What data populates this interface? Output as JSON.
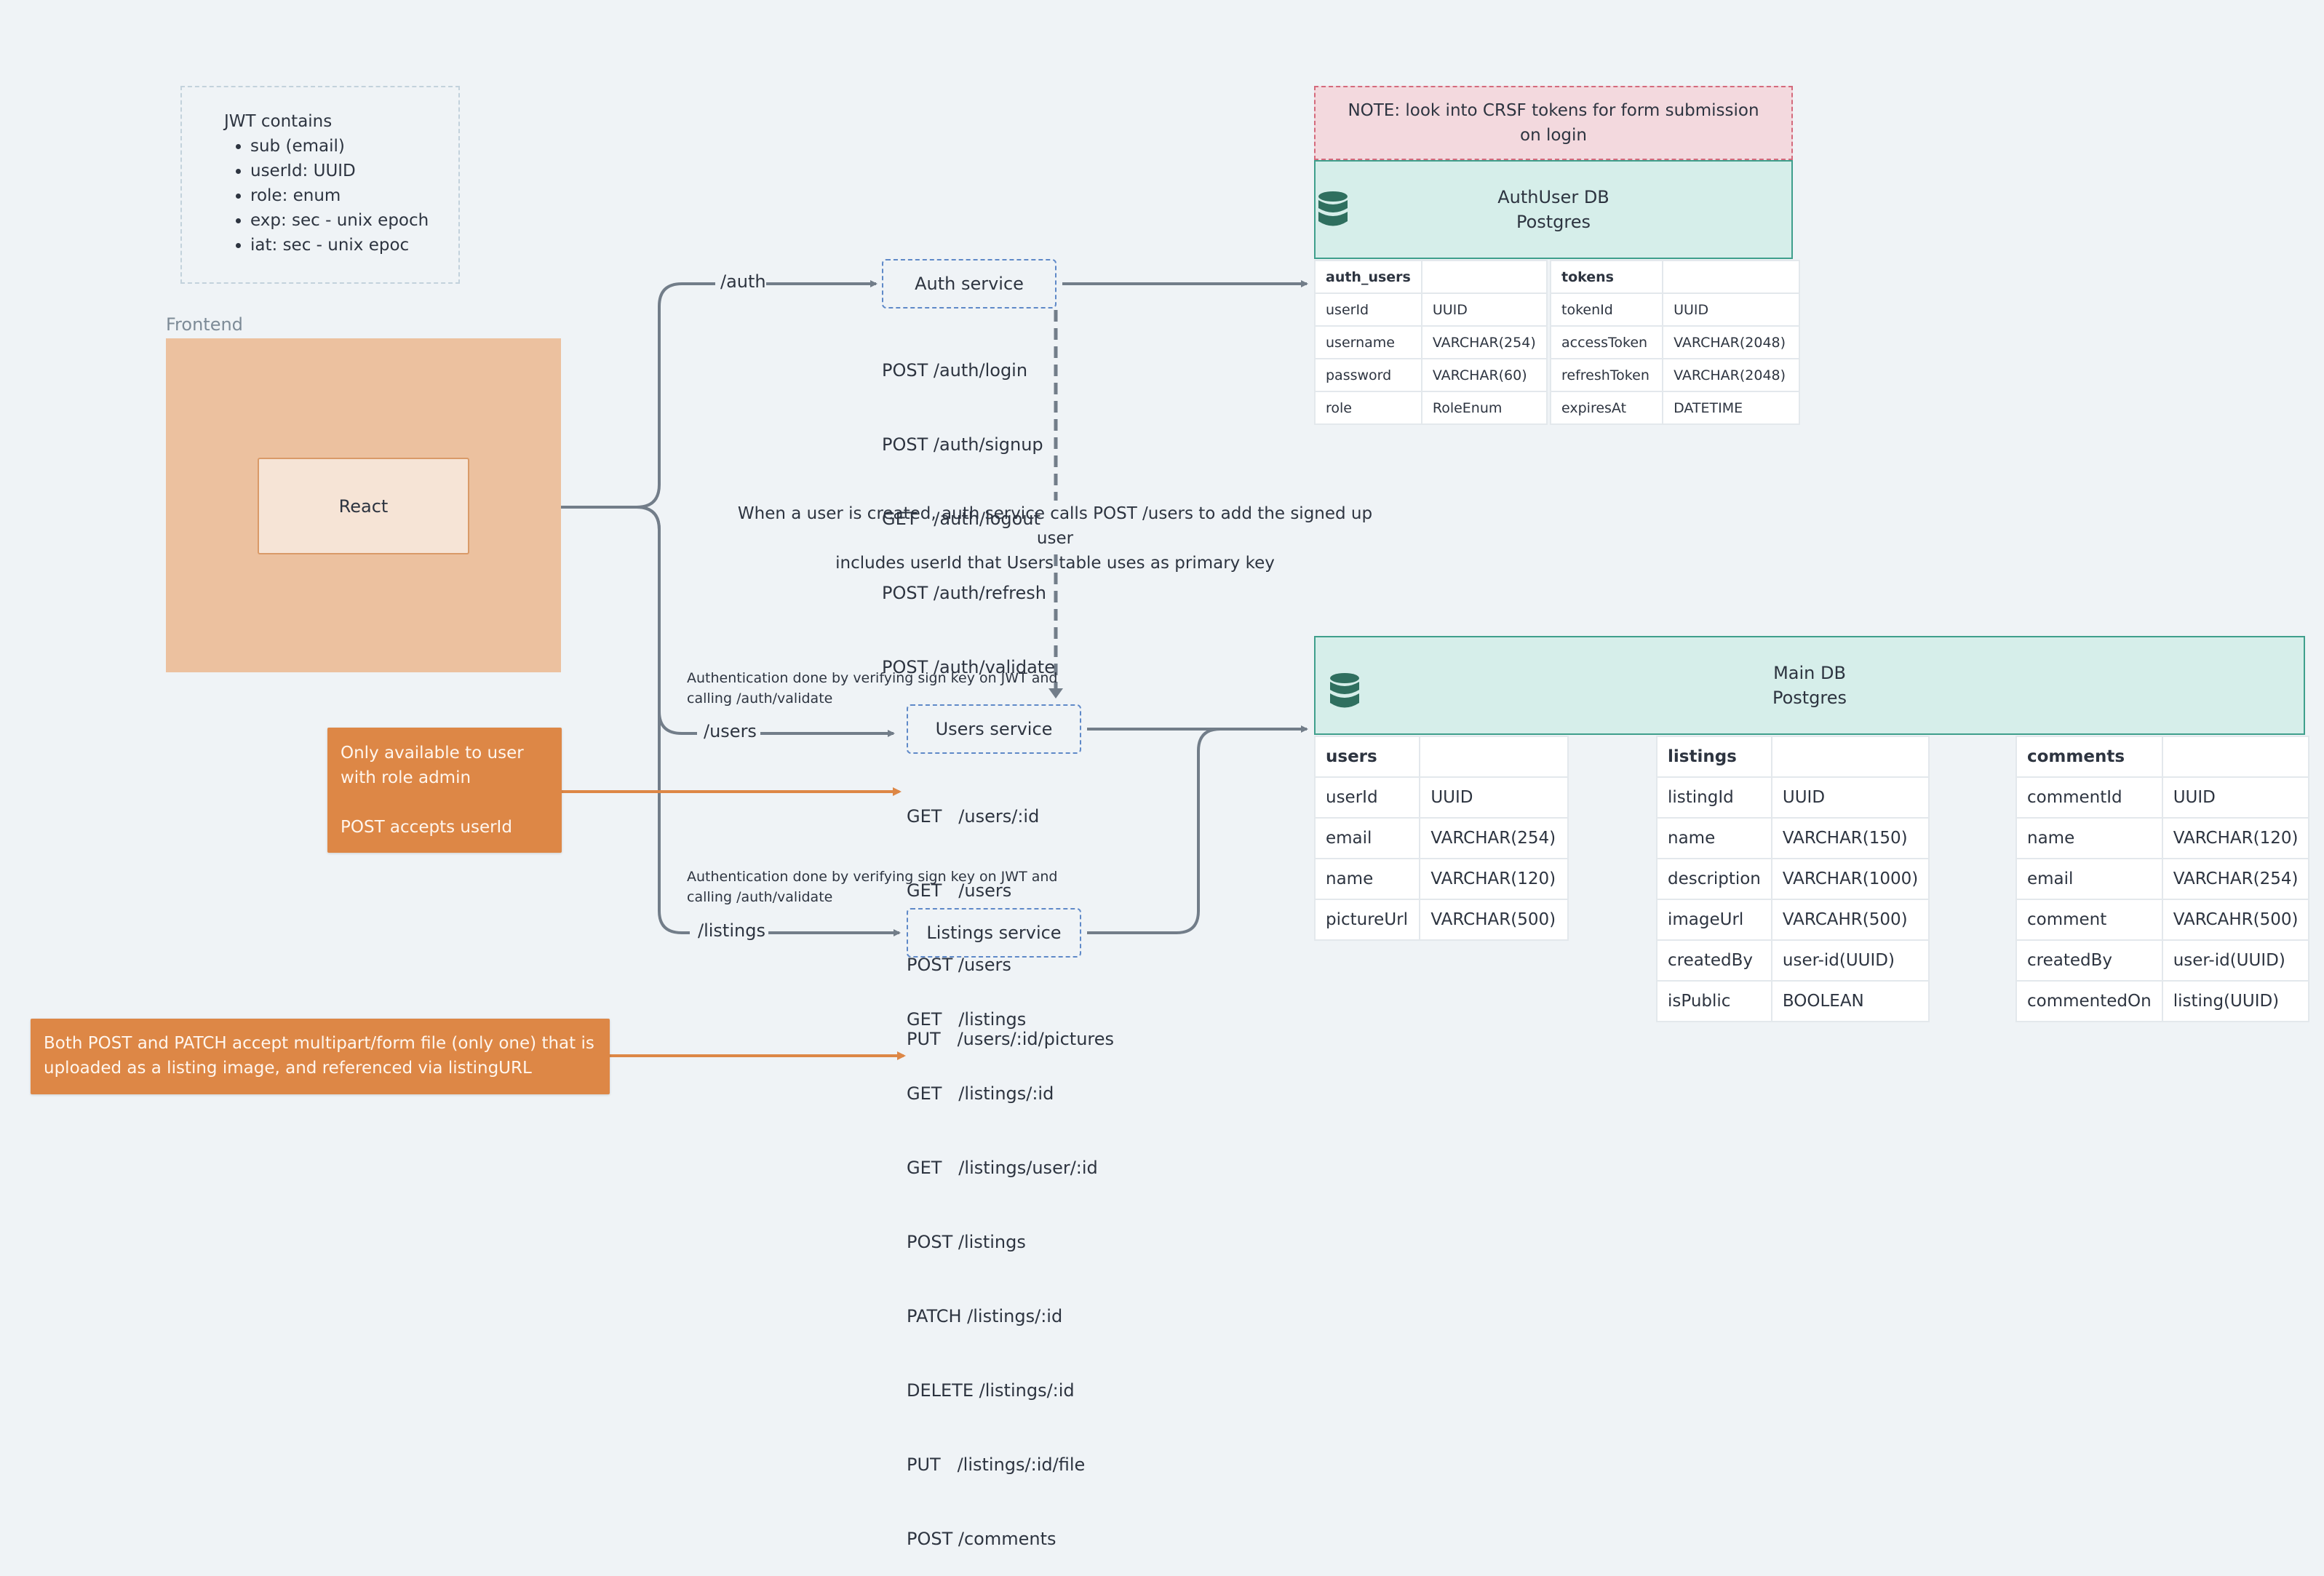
{
  "jwt_box": {
    "title": "JWT contains",
    "items": [
      "sub (email)",
      "userId: UUID",
      "role: enum",
      "exp: sec - unix epoch",
      "iat: sec - unix epoc"
    ]
  },
  "frontend": {
    "label": "Frontend",
    "react": "React"
  },
  "routes": {
    "auth": "/auth",
    "users": "/users",
    "listings": "/listings"
  },
  "services": {
    "auth": {
      "name": "Auth service",
      "endpoints": [
        "POST /auth/login",
        "POST /auth/signup",
        "GET   /auth/logout",
        "POST /auth/refresh",
        "POST /auth/validate"
      ]
    },
    "users": {
      "name": "Users service",
      "note": [
        "Authentication done by verifying sign key on JWT and",
        "calling /auth/validate"
      ],
      "endpoints": [
        "GET   /users/:id",
        "GET   /users",
        "POST /users",
        "PUT   /users/:id/pictures"
      ]
    },
    "listings": {
      "name": "Listings service",
      "note": [
        "Authentication done by verifying sign key on JWT and",
        "calling /auth/validate"
      ],
      "endpoints": [
        "GET   /listings",
        "GET   /listings/:id",
        "GET   /listings/user/:id",
        "POST /listings",
        "PATCH /listings/:id",
        "DELETE /listings/:id",
        "PUT   /listings/:id/file",
        "POST /comments"
      ]
    }
  },
  "auth_users_note": [
    "When a user is created, auth service calls POST /users to add the signed up user",
    "includes userId that Users table uses as primary key"
  ],
  "orange_notes": {
    "admin": [
      "Only available to user",
      "with role admin",
      "",
      "POST accepts userId"
    ],
    "multipart": [
      "Both POST and PATCH accept multipart/form  file (only one) that is",
      "uploaded as a listing image, and referenced via listingURL"
    ]
  },
  "crsf_note": "NOTE: look into CRSF tokens for form submission on login",
  "auth_db": {
    "name": "AuthUser DB",
    "engine": "Postgres",
    "tables": [
      {
        "name": "auth_users",
        "rows": [
          [
            "userId",
            "UUID"
          ],
          [
            "username",
            "VARCHAR(254)"
          ],
          [
            "password",
            "VARCHAR(60)"
          ],
          [
            "role",
            "RoleEnum"
          ]
        ]
      },
      {
        "name": "tokens",
        "rows": [
          [
            "tokenId",
            "UUID"
          ],
          [
            "accessToken",
            "VARCHAR(2048)"
          ],
          [
            "refreshToken",
            "VARCHAR(2048)"
          ],
          [
            "expiresAt",
            "DATETIME"
          ]
        ]
      }
    ]
  },
  "main_db": {
    "name": "Main DB",
    "engine": "Postgres",
    "tables": [
      {
        "name": "users",
        "rows": [
          [
            "userId",
            "UUID"
          ],
          [
            "email",
            "VARCHAR(254)"
          ],
          [
            "name",
            "VARCHAR(120)"
          ],
          [
            "pictureUrl",
            "VARCHAR(500)"
          ]
        ]
      },
      {
        "name": "listings",
        "rows": [
          [
            "listingId",
            "UUID"
          ],
          [
            "name",
            "VARCHAR(150)"
          ],
          [
            "description",
            "VARCHAR(1000)"
          ],
          [
            "imageUrl",
            "VARCAHR(500)"
          ],
          [
            "createdBy",
            "user-id(UUID)"
          ],
          [
            "isPublic",
            "BOOLEAN"
          ]
        ]
      },
      {
        "name": "comments",
        "rows": [
          [
            "commentId",
            "UUID"
          ],
          [
            "name",
            "VARCHAR(120)"
          ],
          [
            "email",
            "VARCHAR(254)"
          ],
          [
            "comment",
            "VARCAHR(500)"
          ],
          [
            "createdBy",
            "user-id(UUID)"
          ],
          [
            "commentedOn",
            "listing(UUID)"
          ]
        ]
      }
    ]
  },
  "colors": {
    "background": "#eff3f6",
    "connector": "#727d89",
    "orange": "#dd8746",
    "frontend": "#ecc19f",
    "db_teal": "#3f9f8c",
    "db_fill": "#d6eeea",
    "service_border": "#5f89c8",
    "note_pink": "#f3d9de"
  }
}
